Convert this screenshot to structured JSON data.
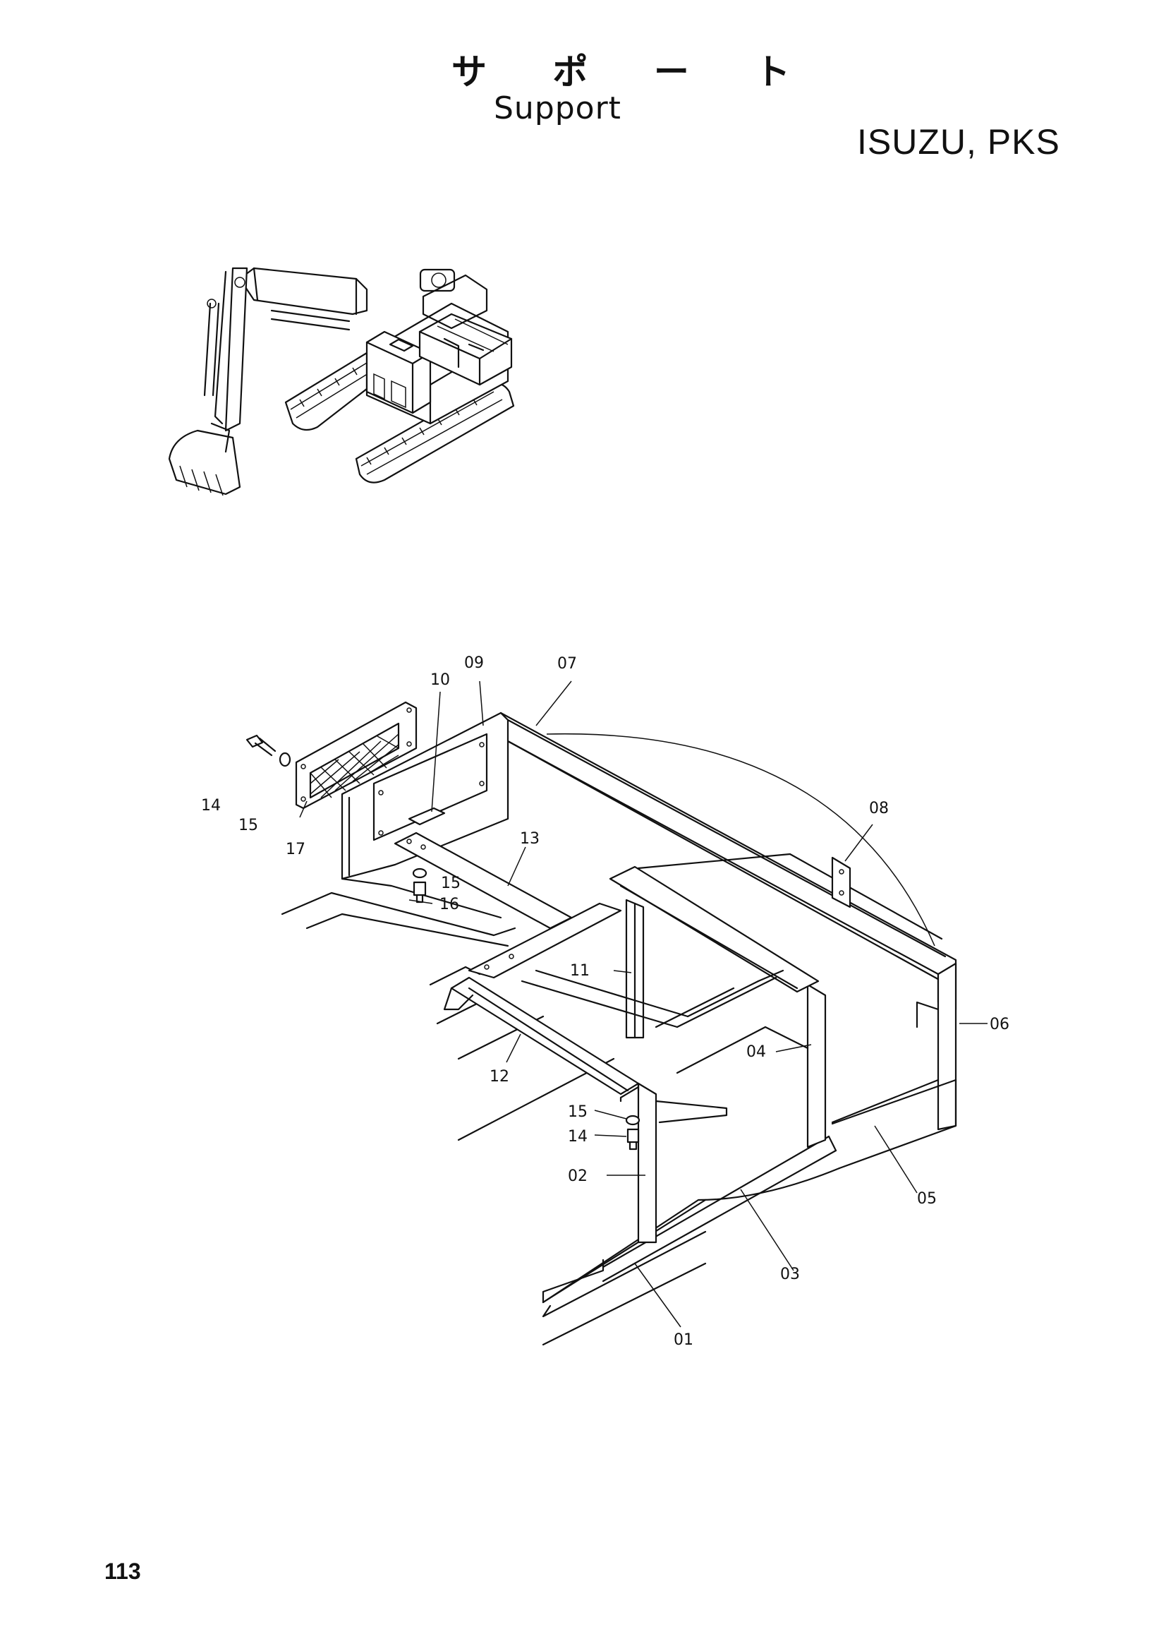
{
  "header": {
    "title_japanese": "サ ポ ー ト",
    "title_english": "Support",
    "model": "ISUZU, PKS"
  },
  "footer": {
    "page_number": "113"
  },
  "callouts": [
    {
      "id": "c01",
      "label": "01"
    },
    {
      "id": "c02",
      "label": "02"
    },
    {
      "id": "c03",
      "label": "03"
    },
    {
      "id": "c04",
      "label": "04"
    },
    {
      "id": "c05",
      "label": "05"
    },
    {
      "id": "c06",
      "label": "06"
    },
    {
      "id": "c07",
      "label": "07"
    },
    {
      "id": "c08",
      "label": "08"
    },
    {
      "id": "c09",
      "label": "09"
    },
    {
      "id": "c10",
      "label": "10"
    },
    {
      "id": "c11",
      "label": "11"
    },
    {
      "id": "c12",
      "label": "12"
    },
    {
      "id": "c13",
      "label": "13"
    },
    {
      "id": "c14a",
      "label": "14"
    },
    {
      "id": "c15a",
      "label": "15"
    },
    {
      "id": "c17",
      "label": "17"
    },
    {
      "id": "c15b",
      "label": "15"
    },
    {
      "id": "c16",
      "label": "16"
    },
    {
      "id": "c15c",
      "label": "15"
    },
    {
      "id": "c14b",
      "label": "14"
    }
  ]
}
